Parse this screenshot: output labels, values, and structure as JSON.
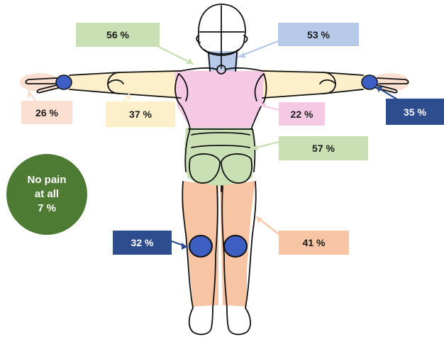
{
  "colors": {
    "green": "#c9e0b4",
    "blue_light": "#b7c9e8",
    "blue_dark": "#2e4d8f",
    "blue_joint": "#3d5fc4",
    "peach": "#f7c4a4",
    "peach_light": "#fbe0d2",
    "yellow": "#fdefc9",
    "pink": "#f5c9e4",
    "dark_green": "#4e7b33"
  },
  "labels": {
    "shoulder": "56 %",
    "neck": "53 %",
    "hand": "26 %",
    "arm": "37 %",
    "chest": "22 %",
    "wrist": "35 %",
    "abdomen": "57 %",
    "knee": "32 %",
    "legs": "41 %"
  },
  "no_pain": {
    "line1": "No pain",
    "line2": "at all",
    "line3": "7 %"
  }
}
